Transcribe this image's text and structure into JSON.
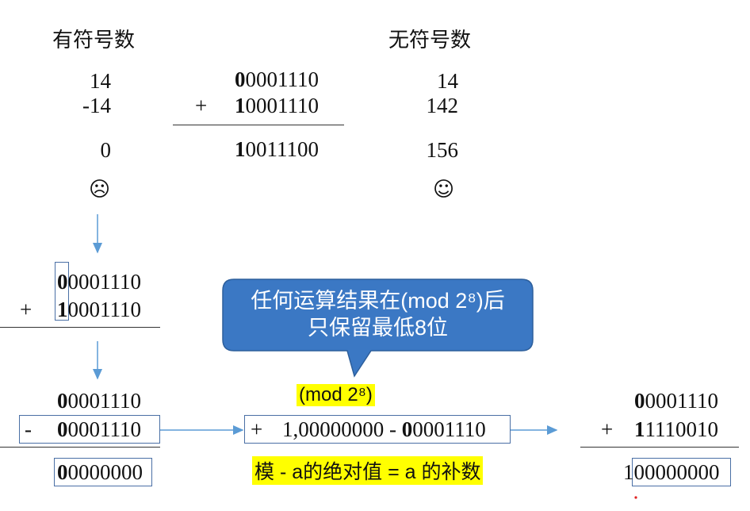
{
  "headers": {
    "signed": "有符号数",
    "unsigned": "无符号数"
  },
  "signed": {
    "a": "14",
    "b": "-14",
    "result": "0",
    "face": "☹"
  },
  "unsigned": {
    "a": "14",
    "b": "142",
    "result": "156",
    "face": "☺"
  },
  "top_sum": {
    "op": "+",
    "a_msb": "0",
    "a_rest": "0001110",
    "b_msb": "1",
    "b_rest": "0001110",
    "r_msb": "1",
    "r_rest": "0011100"
  },
  "mid_sum": {
    "op": "+",
    "a_msb": "0",
    "a_rest": "0001110",
    "b_msb": "1",
    "b_rest": "0001110"
  },
  "callout": {
    "line1": "任何运算结果在(mod 2⁸)后",
    "line2": "只保留最低8位"
  },
  "bottom_left": {
    "a_msb": "0",
    "a_rest": "0001110",
    "op": "-",
    "b_msb": "0",
    "b_rest": "0001110",
    "r_msb": "0",
    "r_rest": "0000000"
  },
  "mod_label": "(mod 2⁸)",
  "middle_expr": {
    "op": "+",
    "text1": "1,00000000 - ",
    "msb": "0",
    "text2": "0001110"
  },
  "explanation": "模 - a的绝对值 = a 的补数",
  "bottom_right": {
    "a_msb": "0",
    "a_rest": "0001110",
    "op": "+",
    "b_msb": "1",
    "b_rest": "1110010",
    "r_lead": "1",
    "r_rest": "00000000"
  },
  "colors": {
    "callout_fill": "#3b78c4",
    "arrow": "#5b9bd5",
    "highlight": "#ffff00",
    "box": "#4a6fa5"
  }
}
